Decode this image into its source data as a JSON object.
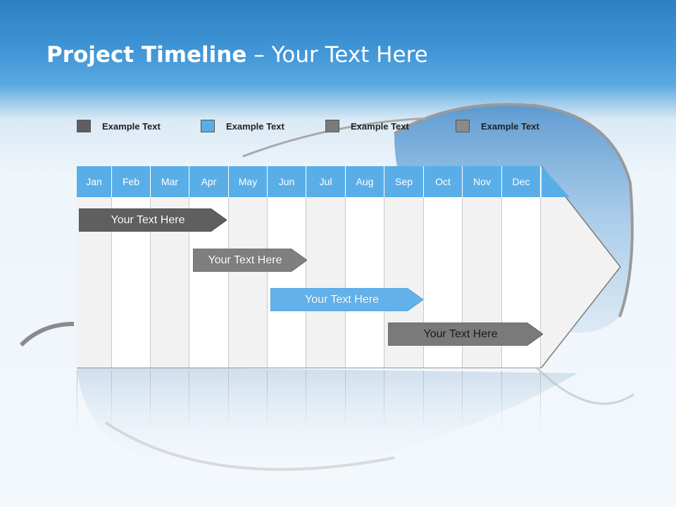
{
  "title": {
    "bold": "Project Timeline",
    "rest": " – Your Text Here"
  },
  "colors": {
    "header_blue": "#5aaee8",
    "dark_gray": "#5f5f5f",
    "mid_gray": "#7a7a7a",
    "light_blue": "#62b1ea",
    "light_gray": "#8a8a8a"
  },
  "legend": [
    {
      "label": "Example Text",
      "color": "#5f5f5f"
    },
    {
      "label": "Example Text",
      "color": "#5aaee8"
    },
    {
      "label": "Example Text",
      "color": "#7a7a7a"
    },
    {
      "label": "Example Text",
      "color": "#8a8a8a"
    }
  ],
  "months": [
    "Jan",
    "Feb",
    "Mar",
    "Apr",
    "May",
    "Jun",
    "Jul",
    "Aug",
    "Sep",
    "Oct",
    "Nov",
    "Dec"
  ],
  "tasks": [
    {
      "label": "Your  Text Here",
      "color": "#5f5f5f"
    },
    {
      "label": "Your  Text Here",
      "color": "#7f7f7f"
    },
    {
      "label": "Your  Text Here",
      "color": "#62b1ea"
    },
    {
      "label": "Your  Text Here",
      "color": "#7a7a7a"
    }
  ]
}
